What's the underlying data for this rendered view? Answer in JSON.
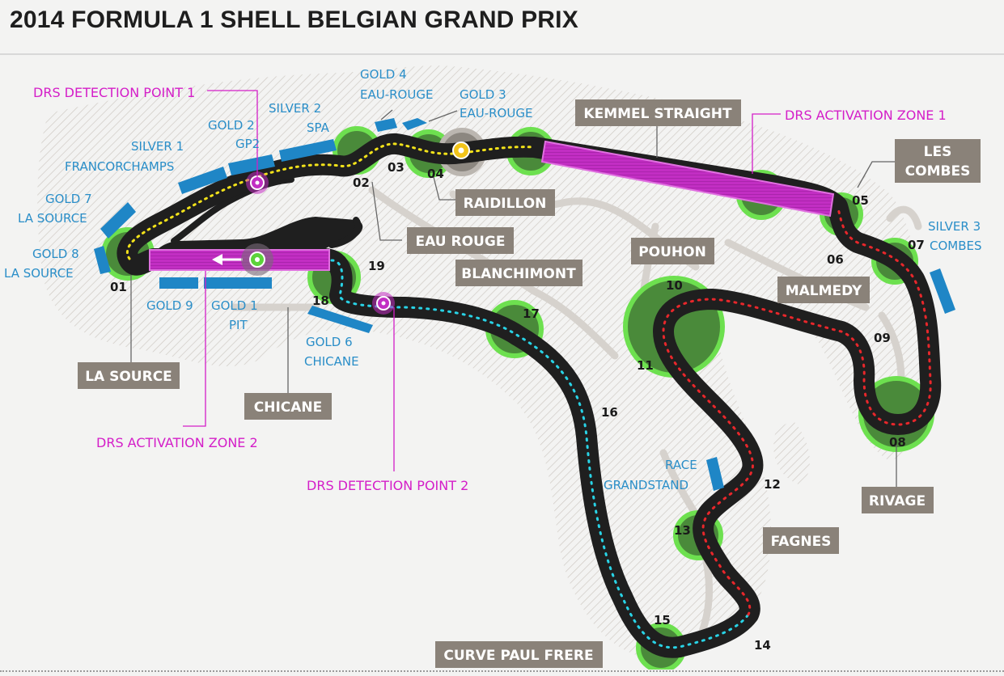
{
  "title": "2014 FORMULA 1 SHELL BELGIAN GRAND PRIX",
  "colors": {
    "track": "#1f1f1f",
    "turn_zone": "#5cc94a",
    "drs_zone": "#c22ec3",
    "grandstand": "#1f86c6",
    "label_box": "#8a8279",
    "sector1": "#f2e21a",
    "sector2": "#29d3e6",
    "sector3": "#e8272b",
    "drs_text": "#d41ec8",
    "seat_text": "#2a8ec8"
  },
  "turns": [
    "01",
    "02",
    "03",
    "04",
    "05",
    "06",
    "07",
    "08",
    "09",
    "10",
    "11",
    "12",
    "13",
    "14",
    "15",
    "16",
    "17",
    "18",
    "19"
  ],
  "corner_names": {
    "la_source": "LA SOURCE",
    "eau_rouge": "EAU ROUGE",
    "raidillon": "RAIDILLON",
    "kemmel_straight": "KEMMEL STRAIGHT",
    "les_combes_1": "LES",
    "les_combes_2": "COMBES",
    "malmedy": "MALMEDY",
    "rivage": "RIVAGE",
    "pouhon": "POUHON",
    "fagnes": "FAGNES",
    "curve_paul_frere": "CURVE PAUL FRERE",
    "blanchimont": "BLANCHIMONT",
    "chicane": "CHICANE"
  },
  "grandstands": {
    "gold4": [
      "GOLD 4",
      "EAU-ROUGE"
    ],
    "gold3": [
      "GOLD 3",
      "EAU-ROUGE"
    ],
    "silver2": [
      "SILVER 2",
      "SPA"
    ],
    "gold2": [
      "GOLD 2",
      "GP2"
    ],
    "silver1": [
      "SILVER 1",
      "FRANCORCHAMPS"
    ],
    "gold7": [
      "GOLD 7",
      "LA SOURCE"
    ],
    "gold8": [
      "GOLD 8",
      "LA SOURCE"
    ],
    "gold9": [
      "GOLD 9"
    ],
    "gold1": [
      "GOLD 1",
      "PIT"
    ],
    "gold6": [
      "GOLD 6",
      "CHICANE"
    ],
    "silver3": [
      "SILVER 3",
      "COMBES"
    ],
    "race": [
      "RACE",
      "GRANDSTAND"
    ]
  },
  "drs": {
    "detection1": "DRS DETECTION POINT 1",
    "activation1": "DRS ACTIVATION ZONE 1",
    "activation2": "DRS ACTIVATION ZONE 2",
    "detection2": "DRS DETECTION POINT 2"
  }
}
